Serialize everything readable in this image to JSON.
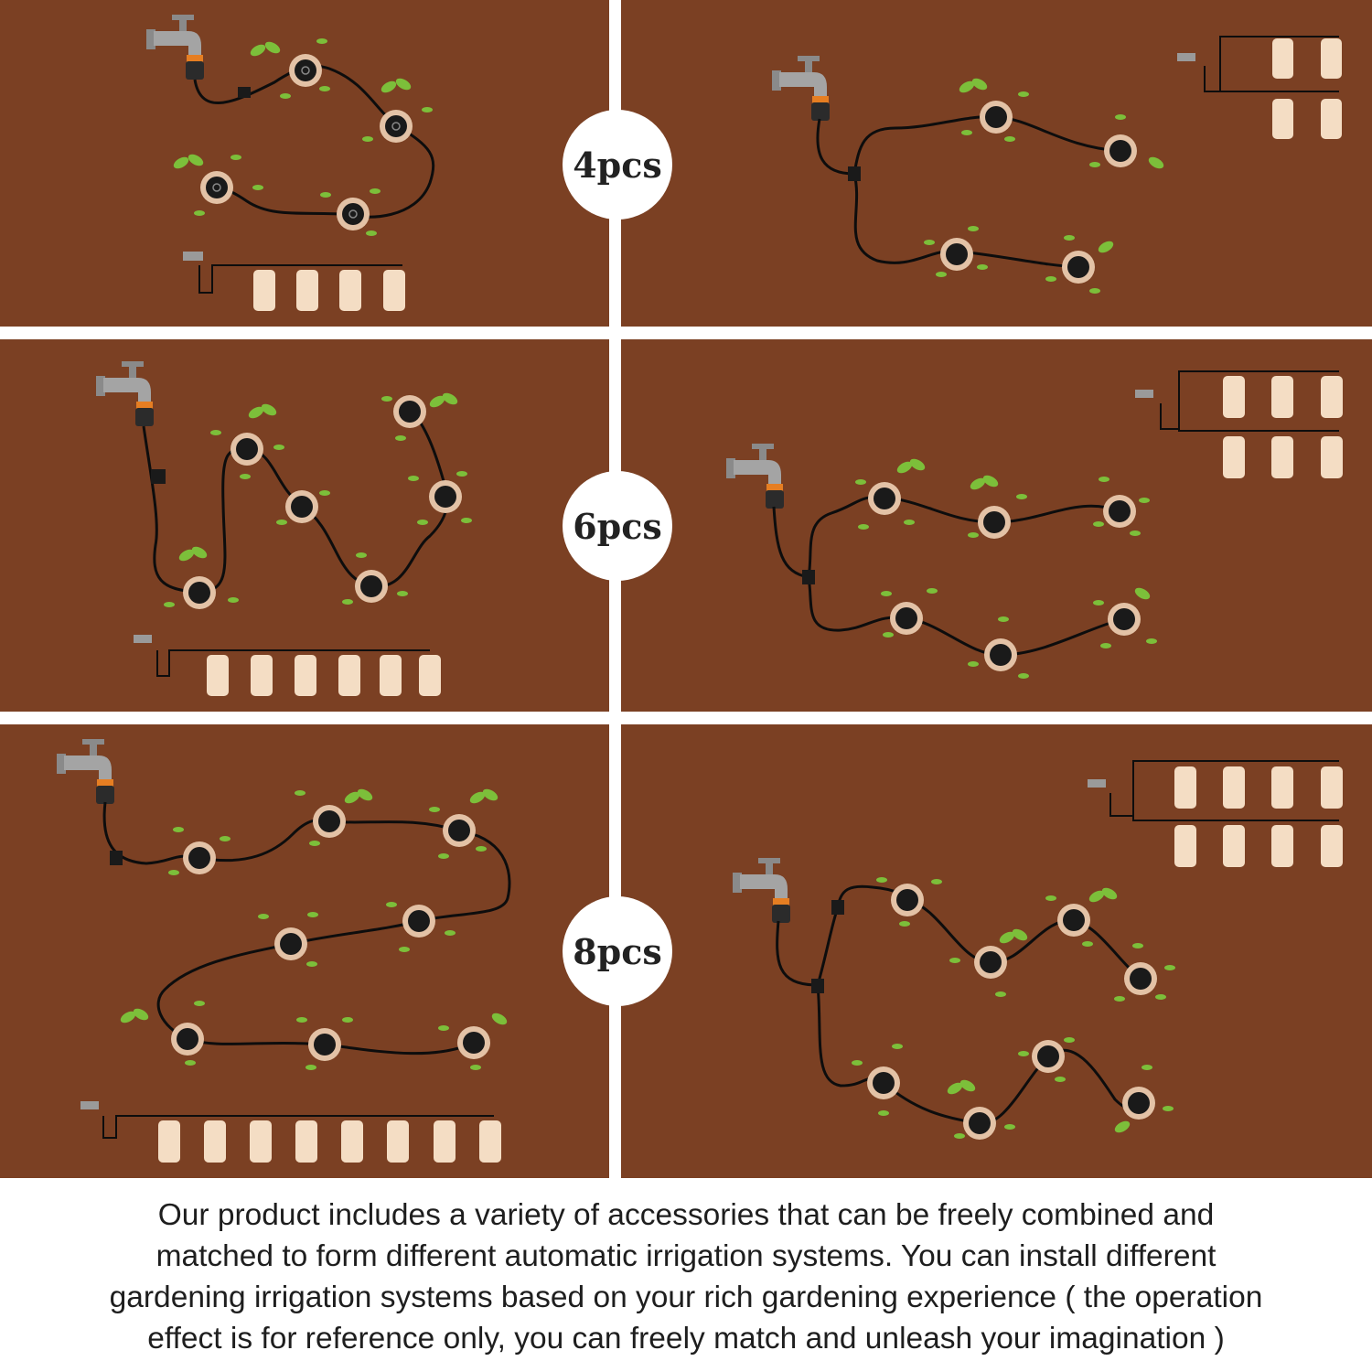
{
  "badges": {
    "row1": "4pcs",
    "row2": "6pcs",
    "row3": "8pcs"
  },
  "caption": {
    "line1": "Our product includes a variety of accessories that can be freely combined and",
    "line2": "matched to form different automatic irrigation systems. You can install different",
    "line3": "gardening irrigation systems based on your rich gardening experience ( the operation",
    "line4": "effect is for reference only, you can freely match and unleash your imagination )"
  },
  "colors": {
    "soil": "#7b4023",
    "tube": "#0d0d0d",
    "dripper_ring": "#e3c2a6",
    "bottle": "#f4ddc4",
    "leaf": "#7cbf3a",
    "faucet": "#9a9a9a",
    "connector_orange": "#e67e22"
  },
  "icons": [
    "faucet-icon",
    "dripper-icon",
    "seedling-icon",
    "bottle-icon",
    "tee-connector-icon"
  ]
}
